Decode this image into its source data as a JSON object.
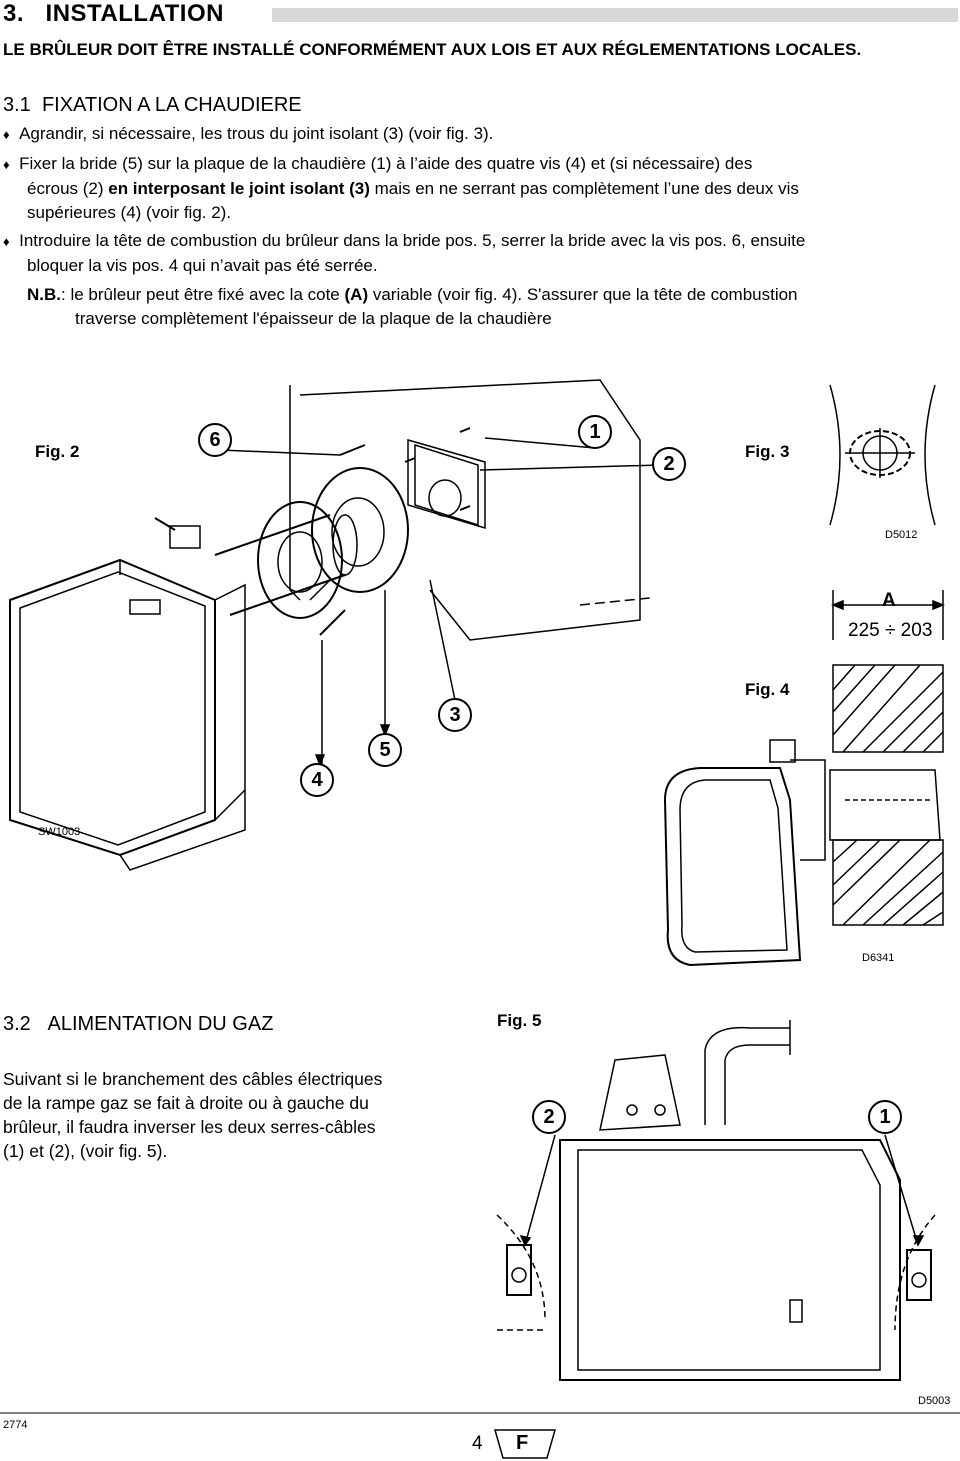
{
  "section": {
    "number": "3.",
    "title": "INSTALLATION"
  },
  "warning": "LE BRÛLEUR DOIT ÊTRE INSTALLÉ CONFORMÉMENT AUX LOIS ET AUX RÉGLEMENTATIONS LOCALES.",
  "s31": {
    "number": "3.1",
    "title": "FIXATION A LA CHAUDIERE",
    "bullet_symbol": "♦",
    "b1": "Agrandir, si nécessaire, les trous du joint isolant (3) (voir fig. 3).",
    "b2_l1": "Fixer la bride (5) sur la plaque de la chaudière (1) à l’aide des quatre vis (4) et (si nécessaire) des",
    "b2_l2a": "écrous (2) ",
    "b2_l2b": "en interposant le joint isolant (3)",
    "b2_l2c": " mais en ne serrant pas complètement l’une des deux vis",
    "b2_l3": "supérieures (4) (voir fig. 2).",
    "b3_l1": "Introduire la tête de combustion du brûleur dans la bride pos. 5, serrer la bride avec la vis pos. 6, ensuite",
    "b3_l2": "bloquer la vis pos. 4 qui n’avait pas été serrée.",
    "nb": "N.B.",
    "nb_l1a": ": le brûleur peut être fixé avec la cote ",
    "nb_a": "(A)",
    "nb_l1b": " variable (voir fig. 4). S'assurer que la tête de combustion",
    "nb_l2": "traverse complètement  l'épaisseur de la plaque de la chaudière"
  },
  "fig2": {
    "label": "Fig. 2",
    "code": "SW1003",
    "callouts": [
      "6",
      "1",
      "2",
      "3",
      "5",
      "4"
    ]
  },
  "fig3": {
    "label": "Fig. 3",
    "code": "D5012"
  },
  "fig4": {
    "label": "Fig. 4",
    "code": "D6341",
    "dim_label": "A",
    "dim_value": "225 ÷ 203"
  },
  "s32": {
    "number": "3.2",
    "title": "ALIMENTATION DU GAZ",
    "l1": "Suivant si le branchement des câbles électriques",
    "l2": "de la rampe gaz se fait à droite ou à gauche du",
    "l3": "brûleur, il faudra inverser les deux serres-câbles",
    "l4": "(1) et (2), (voir fig. 5)."
  },
  "fig5": {
    "label": "Fig. 5",
    "code": "D5003",
    "callouts": [
      "2",
      "1"
    ]
  },
  "footer": {
    "doc_code": "2774",
    "page": "4",
    "lang": "F"
  }
}
